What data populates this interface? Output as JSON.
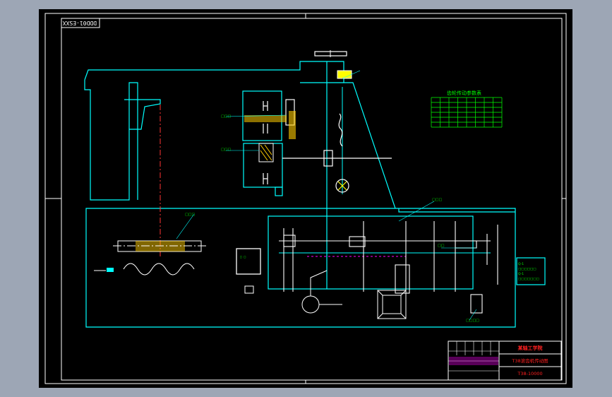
{
  "drawing": {
    "rotated_code": "DDD01-ESXX",
    "callouts": [
      {
        "text": "□ □"
      },
      {
        "text": "□□□"
      },
      {
        "text": "□□□"
      },
      {
        "text": "□□□"
      },
      {
        "text": "□□□"
      },
      {
        "text": "□□"
      },
      {
        "text": "□□□□"
      }
    ]
  },
  "transmission_table": {
    "title": "齿轮传动参数表",
    "rows": 6,
    "cols": 8
  },
  "title_block": {
    "school": "某轴工学院",
    "drawing_name": "T38滚齿机传动图",
    "drawing_no": "T38-10000"
  },
  "legend": {
    "lines": [
      "Q-1",
      "□□□□□□",
      "Q-1",
      "□□□□□□□"
    ]
  },
  "colors": {
    "paper": "#000000",
    "background": "#9da6b5",
    "outline": "#00ffff",
    "text": "#00ff00",
    "gear": "#ffffff",
    "center_line": "#ff3333",
    "hidden_line": "#ff00ff",
    "hatch": "#ffcc00",
    "title_red": "#ff2020"
  }
}
